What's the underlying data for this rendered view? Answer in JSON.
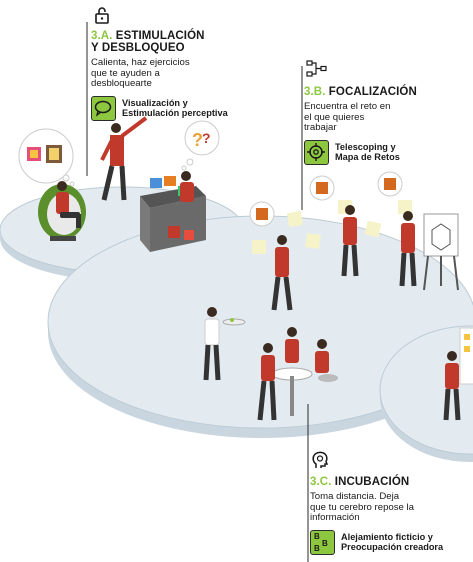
{
  "steps": {
    "a": {
      "code": "3.A.",
      "title_1": "ESTIMULACIÓN",
      "title_2": "Y DESBLOQUEO",
      "desc": [
        "Calienta, haz ejercicios",
        "que te ayuden a",
        "desbloquearte"
      ],
      "tech": [
        "Visualización y",
        "Estimulación perceptiva"
      ],
      "icon": "open-padlock-icon",
      "tech_icon": "speech-bubble-icon"
    },
    "b": {
      "code": "3.B.",
      "title": "FOCALIZACIÓN",
      "desc": [
        "Encuentra el reto en",
        "el que quieres",
        "trabajar"
      ],
      "tech": [
        "Telescoping y",
        "Mapa de Retos"
      ],
      "icon": "tree-structure-icon",
      "tech_icon": "crosshair-icon"
    },
    "c": {
      "code": "3.C.",
      "title": "INCUBACIÓN",
      "desc": [
        "Toma distancia. Deja",
        "que tu cerebro repose la",
        "información"
      ],
      "tech": [
        "Alejamiento ficticio y",
        "Preocupación creadora"
      ],
      "icon": "head-thought-icon",
      "tech_icon": "letter-b-icon",
      "tech_icon_glyph": "B"
    }
  },
  "colors": {
    "accent_green": "#8dc63f",
    "platform": "#dfe8ee",
    "platform_edge": "#b8c7d1",
    "people_red": "#c0392b"
  }
}
